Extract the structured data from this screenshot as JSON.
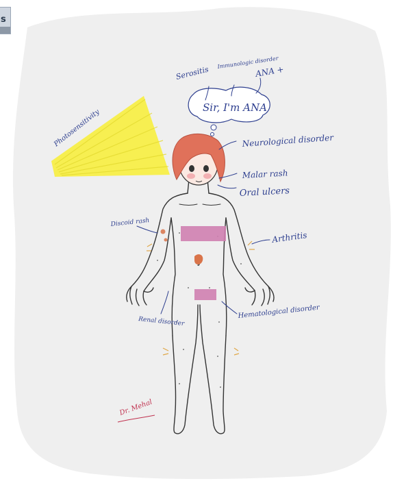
{
  "corner_tab": {
    "text": "s"
  },
  "colors": {
    "ink": "#2e3f8f",
    "hair": "#e0715a",
    "sun": "#f7ee48",
    "censor": "#cf7fb0",
    "background_blob": "#efefef"
  },
  "speech": {
    "text": "Sir, I'm ANA"
  },
  "labels": {
    "serositis": "Serositis",
    "immunologic": "Immunologic disorder",
    "ana": "ANA +",
    "photosensitivity": "Photosensitivity",
    "neuro": "Neurological disorder",
    "malar": "Malar rash",
    "oral": "Oral ulcers",
    "discoid": "Discoid rash",
    "arthritis": "Arthritis",
    "renal": "Renal disorder",
    "hematologic": "Hematological disorder"
  },
  "signature": {
    "text": "Dr. Mehal"
  }
}
